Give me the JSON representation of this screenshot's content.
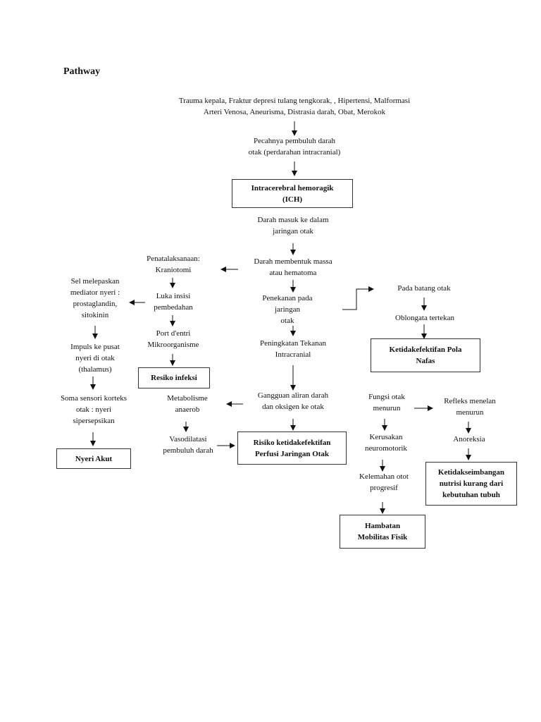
{
  "title": "Pathway",
  "nodes": {
    "causes": "Trauma kepala, Fraktur depresi tulang tengkorak, , Hipertensi, Malformasi\nArteri Venosa, Aneurisma, Distrasia darah, Obat, Merokok",
    "rupture": "Pecahnya pembuluh darah\notak (perdarahan intracranial)",
    "ich": "Intracerebral hemoragik\n(ICH)",
    "blood_enter": "Darah masuk ke dalam\njaringan otak",
    "mass": "Darah membentuk massa\natau hematoma",
    "compression": "Penekanan pada\njaringan\notak",
    "brainstem": "Pada batang otak",
    "oblongata": "Oblongata tertekan",
    "breathing": "Ketidakefektifan Pola\nNafas",
    "icp": "Peningkatan Tekanan\nIntracranial",
    "flow": "Gangguan aliran darah\ndan oksigen ke otak",
    "perfusion": "Risiko ketidakefektifan\nPerfusi Jaringan Otak",
    "management": "Penatalaksanaan:\nKraniotomi",
    "incision": "Luka insisi\npembedahan",
    "port": "Port d'entri\nMikroorganisme",
    "infection": "Resiko infeksi",
    "mediator": "Sel melepaskan\nmediator nyeri :\nprostaglandin,\nsitokinin",
    "impulse": "Impuls ke pusat\nnyeri di otak\n(thalamus)",
    "cortex": "Soma sensori korteks\notak : nyeri\nsipersepsikan",
    "pain": "Nyeri Akut",
    "metabolism": "Metabolisme\nanaerob",
    "vasodilation": "Vasodilatasi\npembuluh darah",
    "function": "Fungsi otak\nmenurun",
    "swallow": "Refleks menelan\nmenurun",
    "anorexia": "Anoreksia",
    "nutrition": "Ketidakseimbangan\nnutrisi kurang dari\nkebutuhan tubuh",
    "neuromotor": "Kerusakan\nneuromotorik",
    "weakness": "Kelemahan otot\nprogresif",
    "mobility": "Hambatan\nMobilitas Fisik"
  }
}
